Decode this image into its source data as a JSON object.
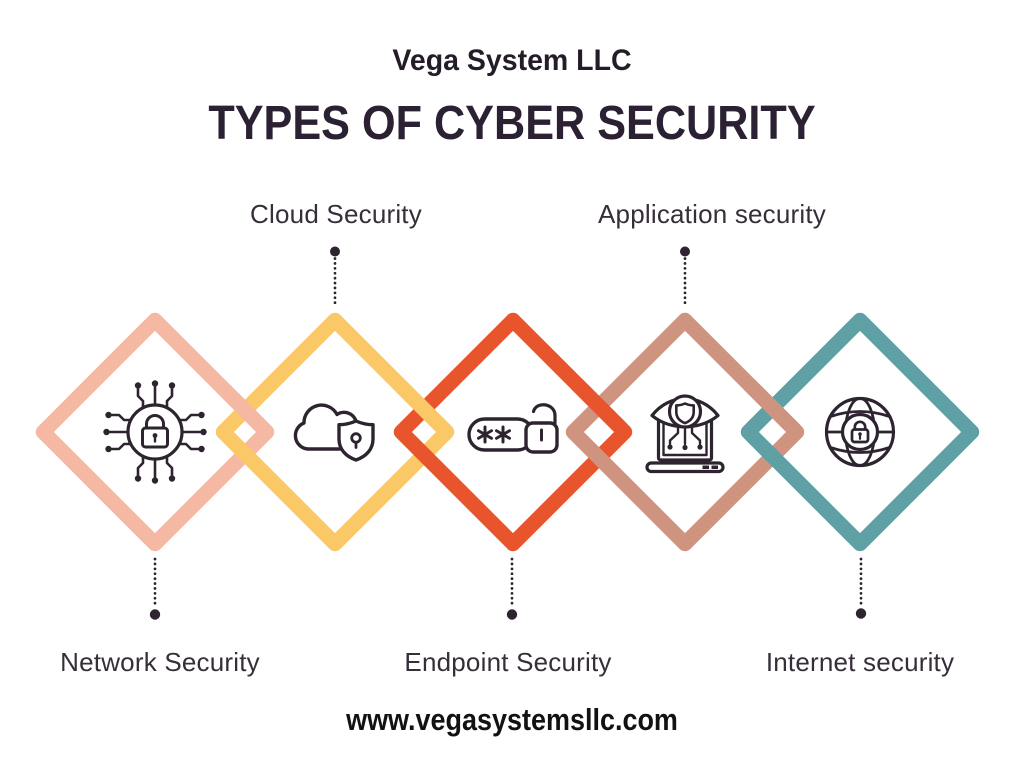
{
  "brand": "Vega System LLC",
  "title": "TYPES OF CYBER SECURITY",
  "website": "www.vegasystemsllc.com",
  "colors": {
    "ink": "#2d2430",
    "title_text": "#2b2133",
    "label_text": "#372e3a"
  },
  "items": [
    {
      "id": "network-security",
      "label": "Network Security",
      "color": "#f5b8a2",
      "label_position": "bottom",
      "icon": "circuit-lock"
    },
    {
      "id": "cloud-security",
      "label": "Cloud Security",
      "color": "#fbc868",
      "label_position": "top",
      "icon": "cloud-shield"
    },
    {
      "id": "endpoint-security",
      "label": "Endpoint Security",
      "color": "#e8542b",
      "label_position": "bottom",
      "icon": "password-open-lock"
    },
    {
      "id": "application-security",
      "label": "Application security",
      "color": "#cf9480",
      "label_position": "top",
      "icon": "laptop-eye-shield"
    },
    {
      "id": "internet-security",
      "label": "Internet security",
      "color": "#5fa0a5",
      "label_position": "bottom",
      "icon": "globe-lock"
    }
  ]
}
